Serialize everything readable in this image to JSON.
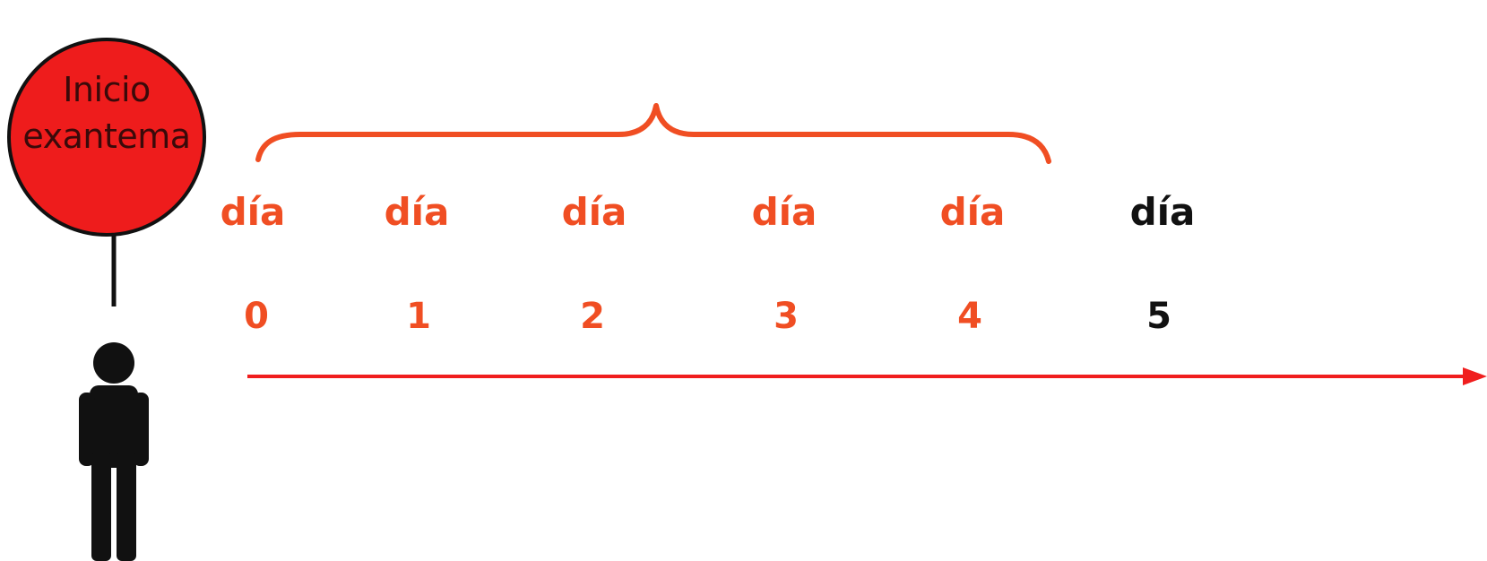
{
  "event": {
    "label_line1": "Inicio",
    "label_line2": "exantema"
  },
  "timeline": {
    "days": [
      {
        "word": "día",
        "number": "0",
        "highlighted": true
      },
      {
        "word": "día",
        "number": "1",
        "highlighted": true
      },
      {
        "word": "día",
        "number": "2",
        "highlighted": true
      },
      {
        "word": "día",
        "number": "3",
        "highlighted": true
      },
      {
        "word": "día",
        "number": "4",
        "highlighted": true
      },
      {
        "word": "día",
        "number": "5",
        "highlighted": false
      }
    ]
  },
  "icons": {
    "person": "person-icon",
    "brace": "curly-brace",
    "arrow": "timeline-arrow"
  },
  "colors": {
    "accent": "#f04e23",
    "circle_fill": "#ee1c1c",
    "ink": "#111111",
    "arrow": "#f01e1e"
  }
}
